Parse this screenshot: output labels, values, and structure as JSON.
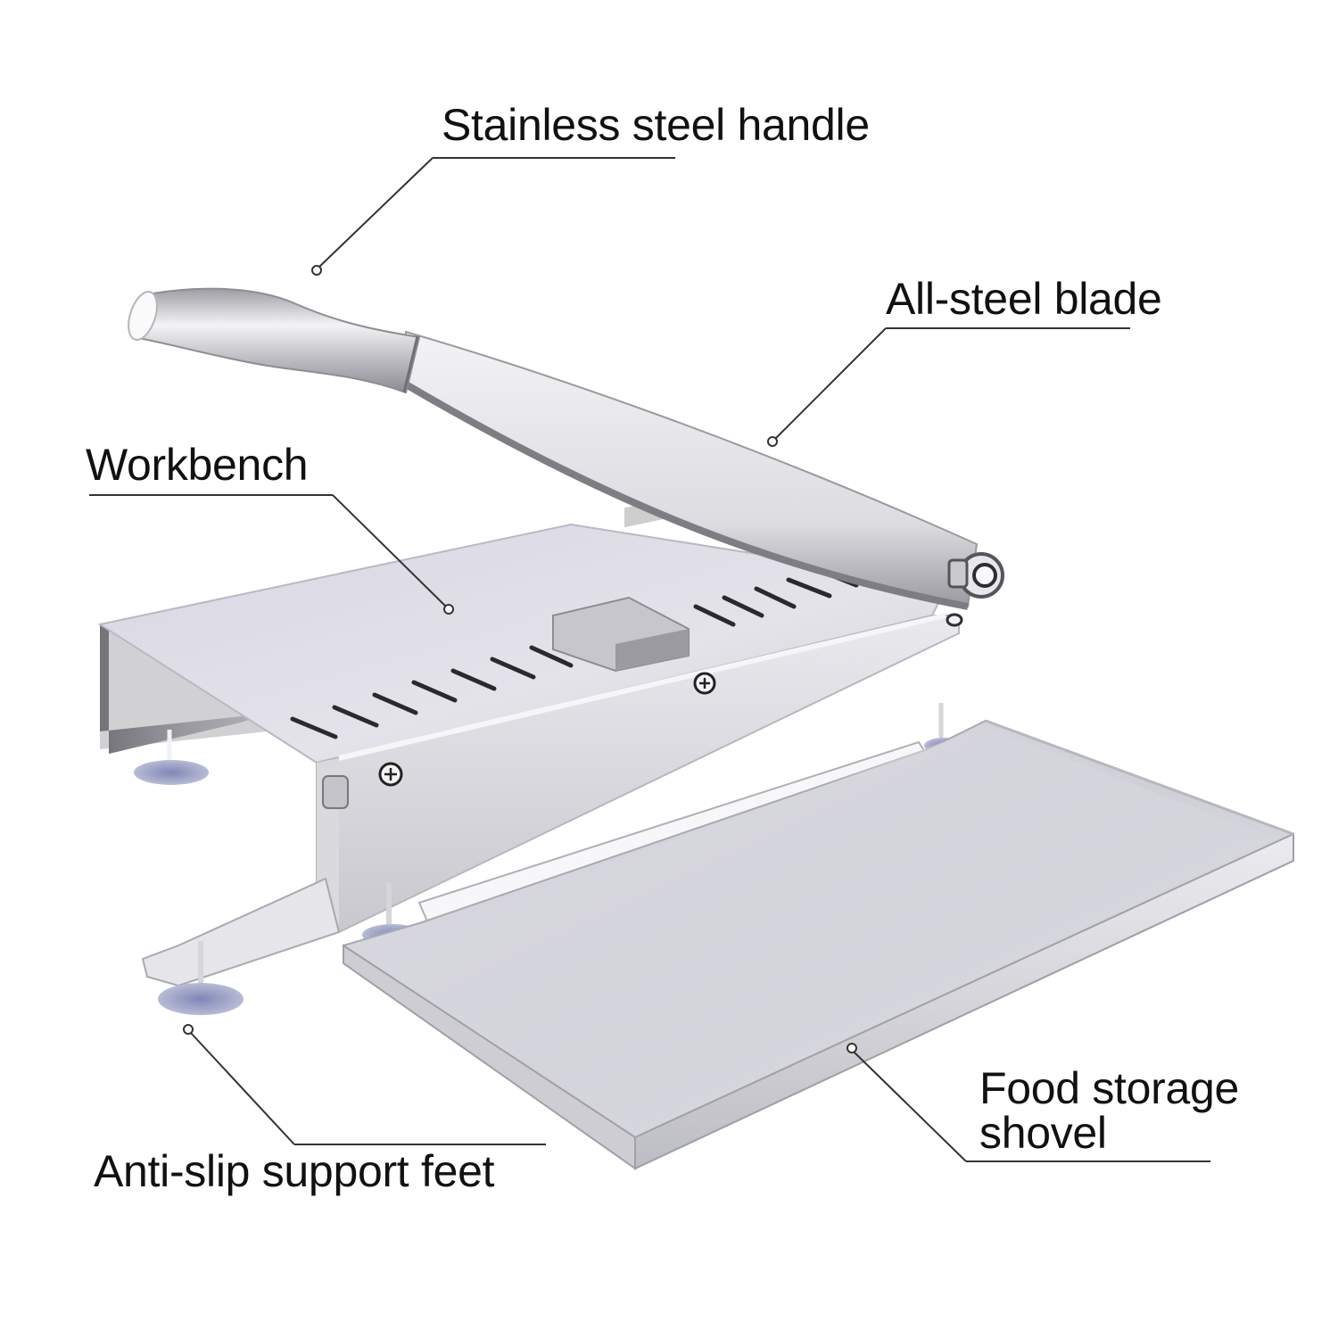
{
  "diagram": {
    "subject": "Manual stainless steel bone / meat slicer (guillotine cutter)",
    "colors": {
      "background": "#ffffff",
      "text": "#111111",
      "callout_line": "#333333",
      "steel_light": "#e6e6ea",
      "steel_mid": "#c9c9cf",
      "steel_dark": "#8f8f96",
      "suction_feet": "#9ea3c4"
    },
    "labels": [
      {
        "id": "handle",
        "text": "Stainless steel handle"
      },
      {
        "id": "blade",
        "text": "All-steel blade"
      },
      {
        "id": "workbench",
        "text": "Workbench"
      },
      {
        "id": "feet",
        "text": "Anti-slip support feet"
      },
      {
        "id": "tray",
        "line1": "Food storage",
        "line2": "shovel"
      }
    ]
  }
}
